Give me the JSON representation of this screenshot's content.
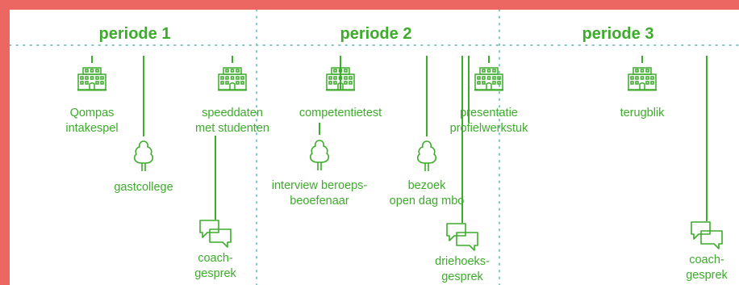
{
  "colors": {
    "frame": "#ec6761",
    "accent": "#3dab2b",
    "dots": "#7fc9c7"
  },
  "periods": [
    {
      "title": "periode 1"
    },
    {
      "title": "periode 2"
    },
    {
      "title": "periode 3"
    }
  ],
  "activities": [
    {
      "id": "qompas",
      "icon": "school-building-icon",
      "label_lines": [
        "Qompas",
        "intakespel"
      ]
    },
    {
      "id": "gastcollege",
      "icon": "tree-icon",
      "label_lines": [
        "gastcollege"
      ]
    },
    {
      "id": "speeddaten",
      "icon": "school-building-icon",
      "label_lines": [
        "speeddaten",
        "met studenten"
      ]
    },
    {
      "id": "coach1",
      "icon": "chat-bubbles-icon",
      "label_lines": [
        "coach-",
        "gesprek"
      ]
    },
    {
      "id": "competentietest",
      "icon": "school-building-icon",
      "label_lines": [
        "competentietest"
      ]
    },
    {
      "id": "interview",
      "icon": "tree-icon",
      "label_lines": [
        "interview beroeps-",
        "beoefenaar"
      ]
    },
    {
      "id": "bezoek",
      "icon": "tree-icon",
      "label_lines": [
        "bezoek",
        "open dag mbo"
      ]
    },
    {
      "id": "presentatie",
      "icon": "school-building-icon",
      "label_lines": [
        "presentatie",
        "profielwerkstuk"
      ]
    },
    {
      "id": "driehoek",
      "icon": "chat-bubbles-icon",
      "label_lines": [
        "driehoeks-",
        "gesprek"
      ]
    },
    {
      "id": "terugblik",
      "icon": "school-building-icon",
      "label_lines": [
        "terugblik"
      ]
    },
    {
      "id": "coach2",
      "icon": "chat-bubbles-icon",
      "label_lines": [
        "coach-",
        "gesprek"
      ]
    }
  ]
}
